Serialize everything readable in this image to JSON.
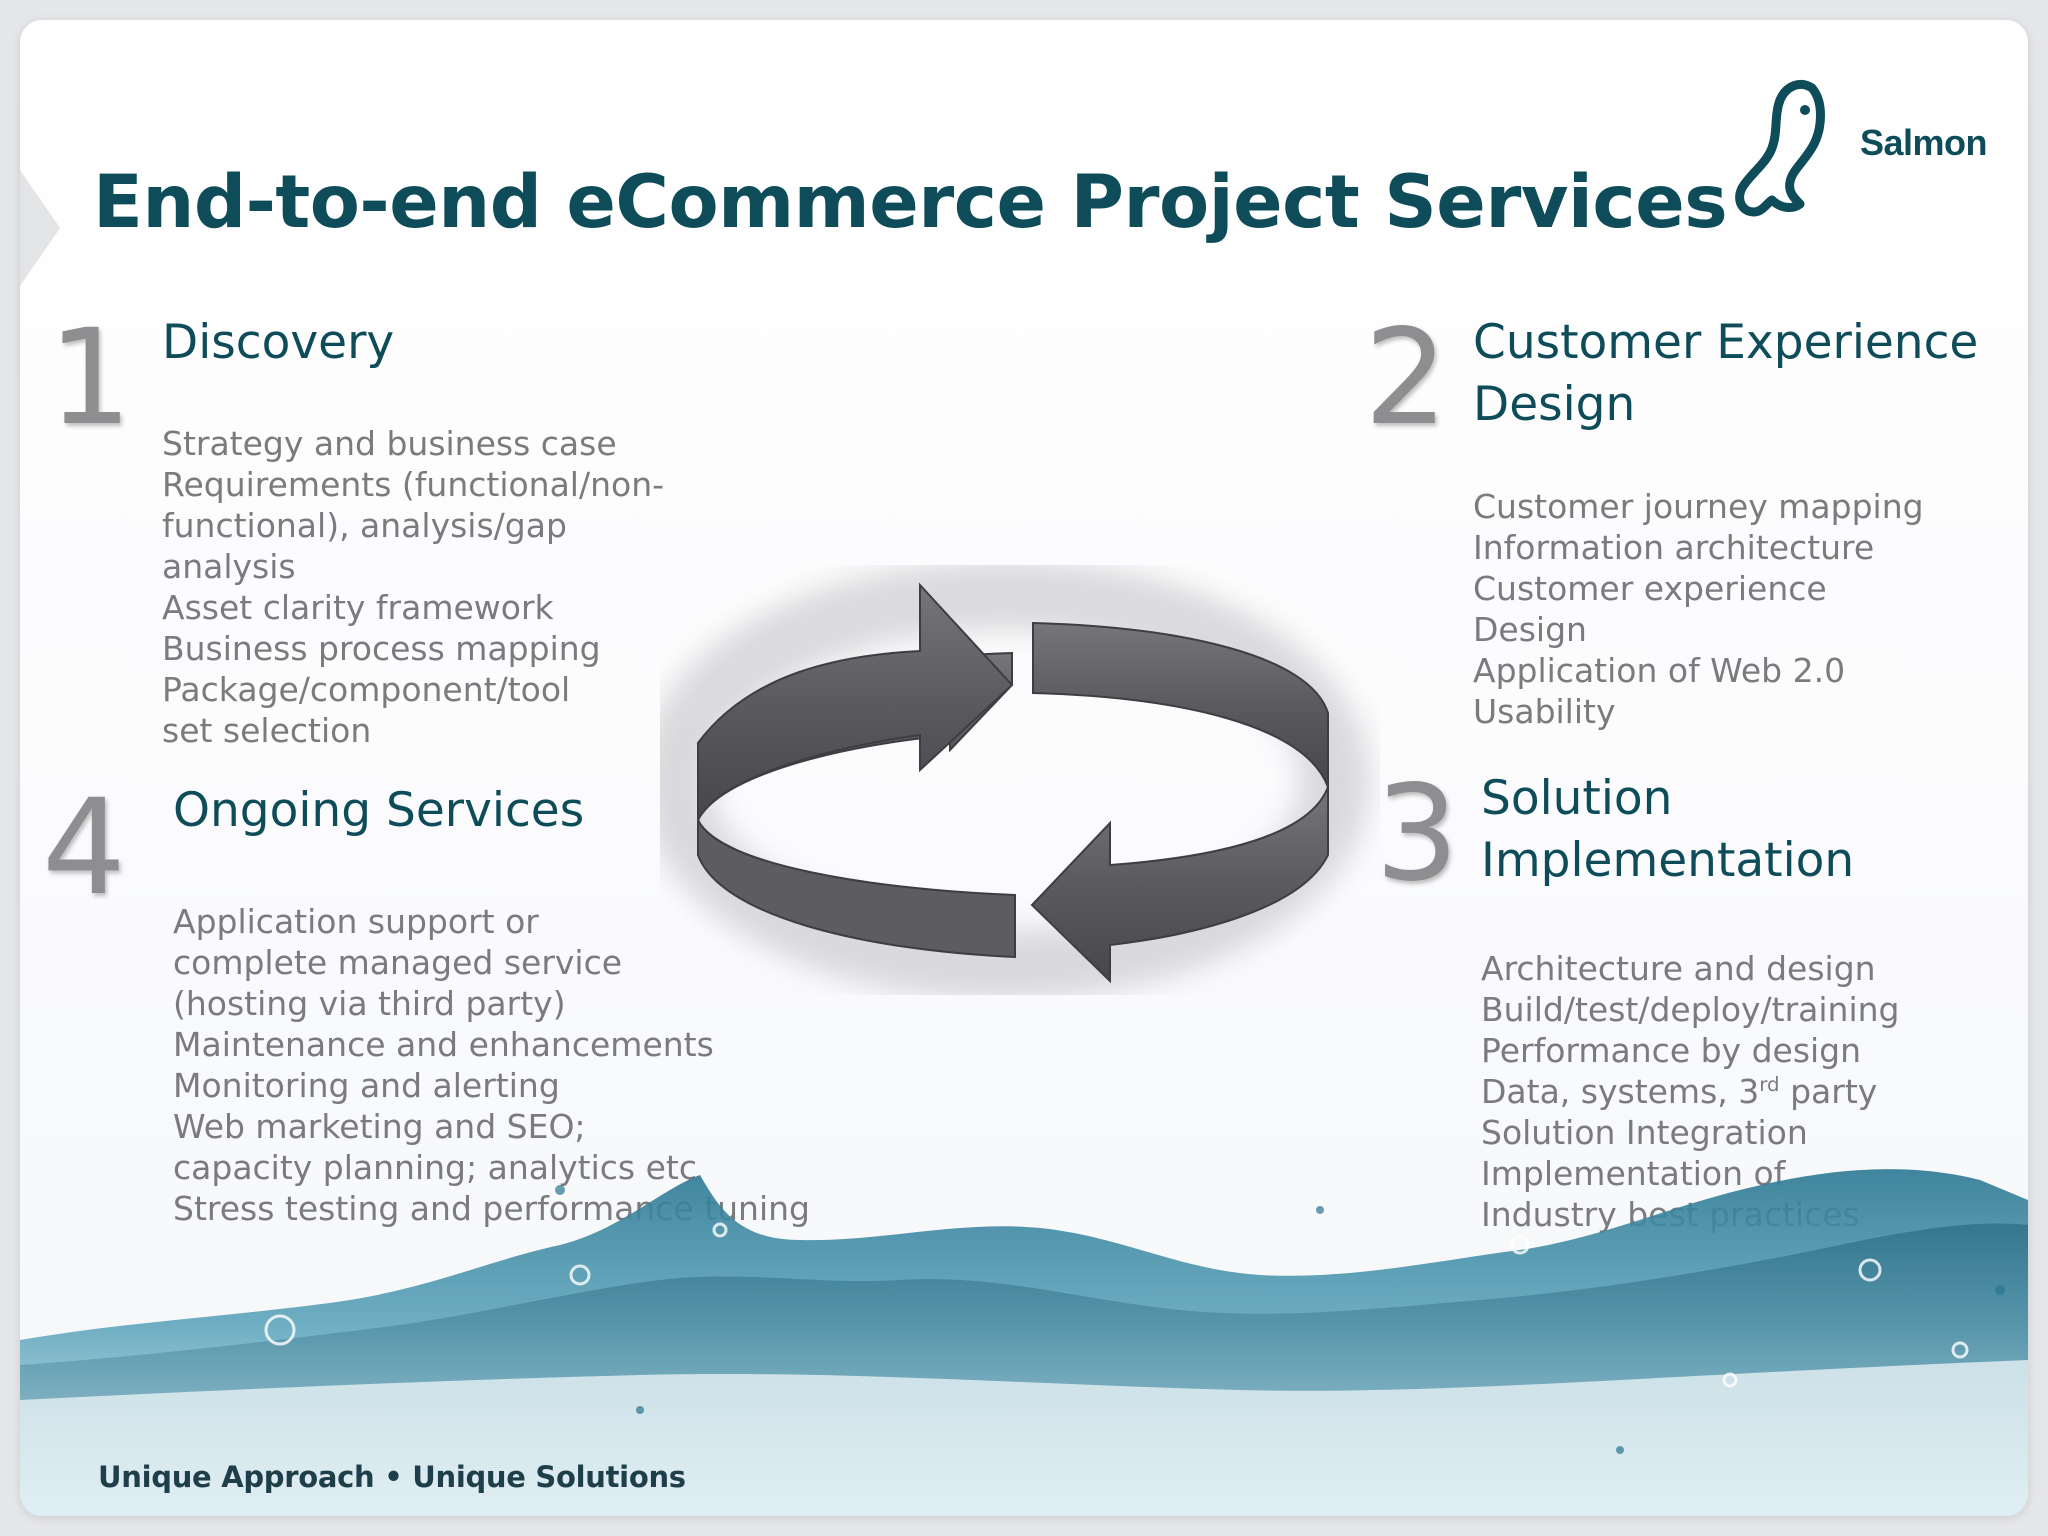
{
  "slide": {
    "title": "End-to-end eCommerce Project Services",
    "logo_text": "Salmon",
    "tagline": "Unique Approach • Unique Solutions"
  },
  "sections": [
    {
      "number": "1",
      "title_lines": [
        "Discovery"
      ],
      "items": [
        "Strategy and business case",
        "Requirements (functional/non-",
        "functional), analysis/gap",
        "analysis",
        "Asset clarity framework",
        "Business process mapping",
        "Package/component/tool",
        "set selection"
      ]
    },
    {
      "number": "2",
      "title_lines": [
        "Customer Experience",
        "Design"
      ],
      "items": [
        "Customer journey mapping",
        "Information architecture",
        "Customer experience",
        "Design",
        "Application of Web 2.0",
        "Usability"
      ]
    },
    {
      "number": "3",
      "title_lines": [
        "Solution",
        "Implementation"
      ],
      "items": [
        "Architecture and design",
        "Build/test/deploy/training",
        "Performance by design",
        "Data, systems, 3",
        "rd",
        " party",
        "Solution Integration",
        "Implementation of",
        "Industry best practices"
      ]
    },
    {
      "number": "4",
      "title_lines": [
        "Ongoing Services"
      ],
      "items": [
        "Application support or",
        "complete managed service",
        "(hosting via third party)",
        "Maintenance and enhancements",
        "Monitoring and alerting",
        "Web marketing and SEO;",
        "capacity planning; analytics etc",
        "Stress testing and performance tuning"
      ]
    }
  ],
  "colors": {
    "title": "#0f4c5a",
    "number": "#8e8e90",
    "body_text": "#7b7b7e",
    "arrows": "#5e5e62",
    "water": "#2f7f99"
  },
  "icons": [
    "salmon-fish-logo-icon",
    "cycle-arrows-icon"
  ]
}
